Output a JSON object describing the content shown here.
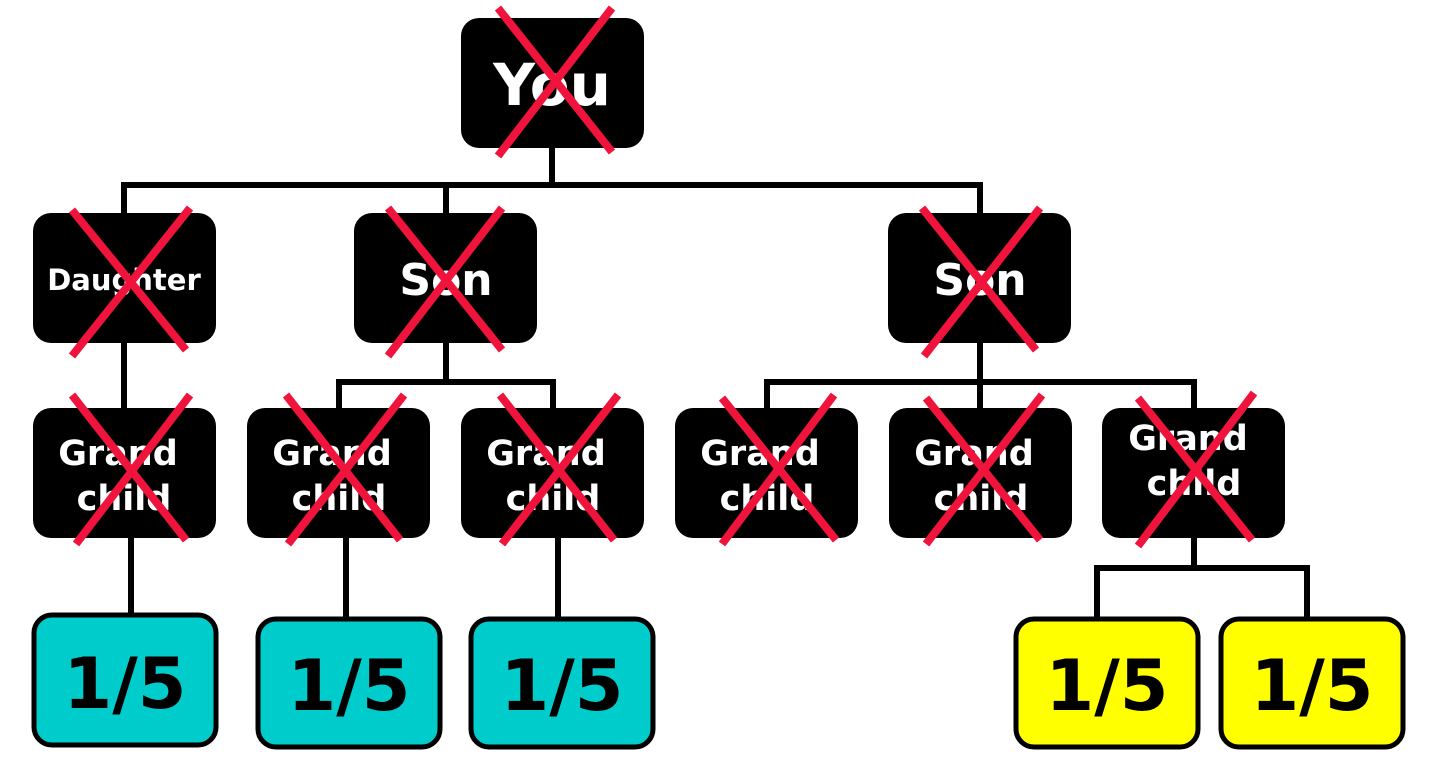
{
  "colors": {
    "node_fill": "#000000",
    "node_text": "#ffffff",
    "cross": "#f0143c",
    "share_cyan": "#00cccc",
    "share_yellow": "#ffff00",
    "share_text": "#000000"
  },
  "tree": {
    "root": {
      "label": "You",
      "crossed": true
    },
    "children": [
      {
        "label": "Daughter",
        "crossed": true
      },
      {
        "label": "Son",
        "crossed": true
      },
      {
        "label": "Son",
        "crossed": true
      }
    ],
    "grandchildren": [
      {
        "label_line1": "Grand",
        "label_line2": "child",
        "crossed": true
      },
      {
        "label_line1": "Grand",
        "label_line2": "child",
        "crossed": true
      },
      {
        "label_line1": "Grand",
        "label_line2": "child",
        "crossed": true
      },
      {
        "label_line1": "Grand",
        "label_line2": "child",
        "crossed": true
      },
      {
        "label_line1": "Grand",
        "label_line2": "child",
        "crossed": true
      },
      {
        "label_line1": "Grand",
        "label_line2": "child",
        "crossed": true
      }
    ],
    "shares": [
      {
        "label": "1/5",
        "color": "cyan"
      },
      {
        "label": "1/5",
        "color": "cyan"
      },
      {
        "label": "1/5",
        "color": "cyan"
      },
      {
        "label": "1/5",
        "color": "yellow"
      },
      {
        "label": "1/5",
        "color": "yellow"
      }
    ]
  }
}
